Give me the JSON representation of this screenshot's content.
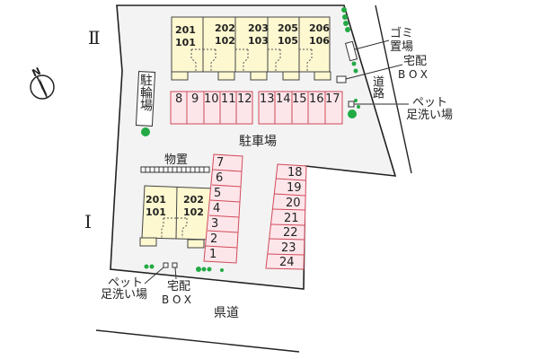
{
  "map": {
    "type": "apartment-site-plan",
    "buildings": [
      {
        "id": "II",
        "label": "Ⅱ",
        "units": [
          {
            "upper": "201",
            "lower": "101"
          },
          {
            "upper": "202",
            "lower": "102"
          },
          {
            "upper": "203",
            "lower": "103"
          },
          {
            "upper": "205",
            "lower": "105"
          },
          {
            "upper": "206",
            "lower": "106"
          }
        ]
      },
      {
        "id": "I",
        "label": "Ⅰ",
        "units": [
          {
            "upper": "201",
            "lower": "101"
          },
          {
            "upper": "202",
            "lower": "102"
          }
        ]
      }
    ],
    "parking": {
      "label": "駐車場",
      "top_row": [
        "8",
        "9",
        "10",
        "11",
        "12",
        "13",
        "14",
        "15",
        "16",
        "17"
      ],
      "left_column": [
        "7",
        "6",
        "5",
        "4",
        "3",
        "2",
        "1"
      ],
      "right_column": [
        "18",
        "19",
        "20",
        "21",
        "22",
        "23",
        "24"
      ]
    },
    "facilities": {
      "bicycle_parking": "駐輪場",
      "storage": "物置",
      "garbage": {
        "line1": "ゴミ",
        "line2": "置場"
      },
      "delivery_box_top": {
        "line1": "宅配",
        "line2": "BOX"
      },
      "pet_wash_top": {
        "line1": "ペット",
        "line2": "足洗い場"
      },
      "delivery_box_bottom": {
        "line1": "宅配",
        "line2": "BOX"
      },
      "pet_wash_bottom": {
        "line1": "ペット",
        "line2": "足洗い場"
      }
    },
    "roads": {
      "east": "道路",
      "south": "県道"
    },
    "compass": {
      "label": "N"
    },
    "colors": {
      "building_fill": "#fdf8d0",
      "parking_fill": "#fde6ea",
      "parking_stroke": "#d04a5a",
      "lot_fill": "#f3f3f3",
      "tree_green": "#22aa44"
    }
  }
}
